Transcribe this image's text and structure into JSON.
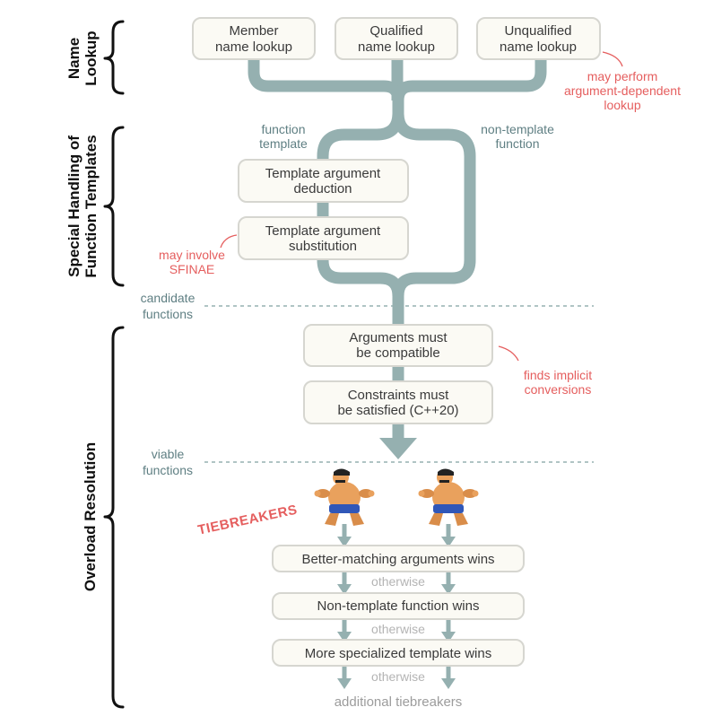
{
  "sections": {
    "name_lookup": [
      "Name",
      "Lookup"
    ],
    "special_handling": [
      "Special Handling of",
      "Function Templates"
    ],
    "overload_resolution": [
      "Overload Resolution"
    ]
  },
  "lookup_boxes": [
    {
      "lines": [
        "Member",
        "name lookup"
      ]
    },
    {
      "lines": [
        "Qualified",
        "name lookup"
      ]
    },
    {
      "lines": [
        "Unqualified",
        "name lookup"
      ]
    }
  ],
  "adl_note": [
    "may perform",
    "argument-dependent",
    "lookup"
  ],
  "branch_labels": {
    "function_template": [
      "function",
      "template"
    ],
    "non_template_function": [
      "non-template",
      "function"
    ]
  },
  "template_boxes": [
    {
      "lines": [
        "Template argument",
        "deduction"
      ]
    },
    {
      "lines": [
        "Template argument",
        "substitution"
      ]
    }
  ],
  "sfinae_note": [
    "may involve",
    "SFINAE"
  ],
  "candidate_label": [
    "candidate",
    "functions"
  ],
  "filter_boxes": [
    {
      "lines": [
        "Arguments must",
        "be compatible"
      ]
    },
    {
      "lines": [
        "Constraints must",
        "be satisfied (C++20)"
      ]
    }
  ],
  "conversions_note": [
    "finds implicit",
    "conversions"
  ],
  "viable_label": [
    "viable",
    "functions"
  ],
  "tiebreakers_label": "TIEBREAKERS",
  "tiebreaker_rules": [
    "Better-matching arguments wins",
    "Non-template function wins",
    "More specialized template wins"
  ],
  "otherwise_label": "otherwise",
  "footer": "additional tiebreakers",
  "colors": {
    "pipe": "#95b0b0",
    "box_fill": "#fbfaf4",
    "box_stroke": "#d6d6d0",
    "annotation_red": "#e55e5e",
    "label_teal": "#5f7f83",
    "muted_gray": "#b4b4b4"
  },
  "icons": [
    "sumo-wrestler-left-icon",
    "sumo-wrestler-right-icon"
  ]
}
